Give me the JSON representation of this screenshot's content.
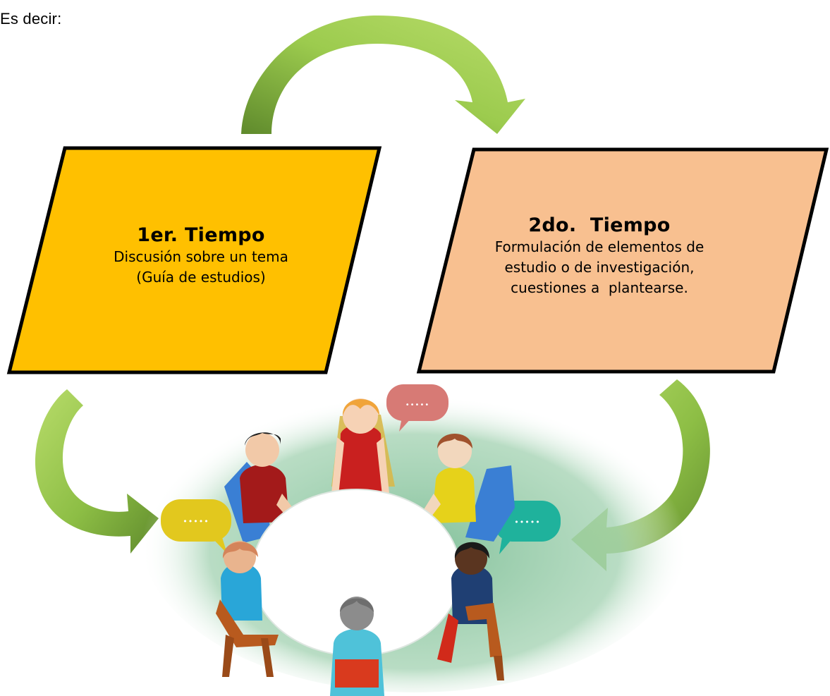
{
  "intro_text": "Es decir:",
  "boxes": [
    {
      "title": "1er. Tiempo",
      "lines": [
        "Discusión sobre un tema",
        "(Guía de estudios)"
      ],
      "color": "#FFC000"
    },
    {
      "title": "2do.  Tiempo",
      "lines": [
        "Formulación de elementos de",
        "estudio o de investigación,",
        "cuestiones a  plantearse."
      ],
      "color": "#F8C090"
    }
  ],
  "speech_bubble_text": "•••••",
  "colors": {
    "arrow_light": "#A9D35A",
    "arrow_dark": "#5F8A2C",
    "box_border": "#000000",
    "table": "#FFFFFF",
    "halo": "#8CC8A0"
  },
  "icons": [
    "curved-arrow-icon",
    "speech-bubble-icon",
    "person-icon",
    "chair-icon"
  ]
}
